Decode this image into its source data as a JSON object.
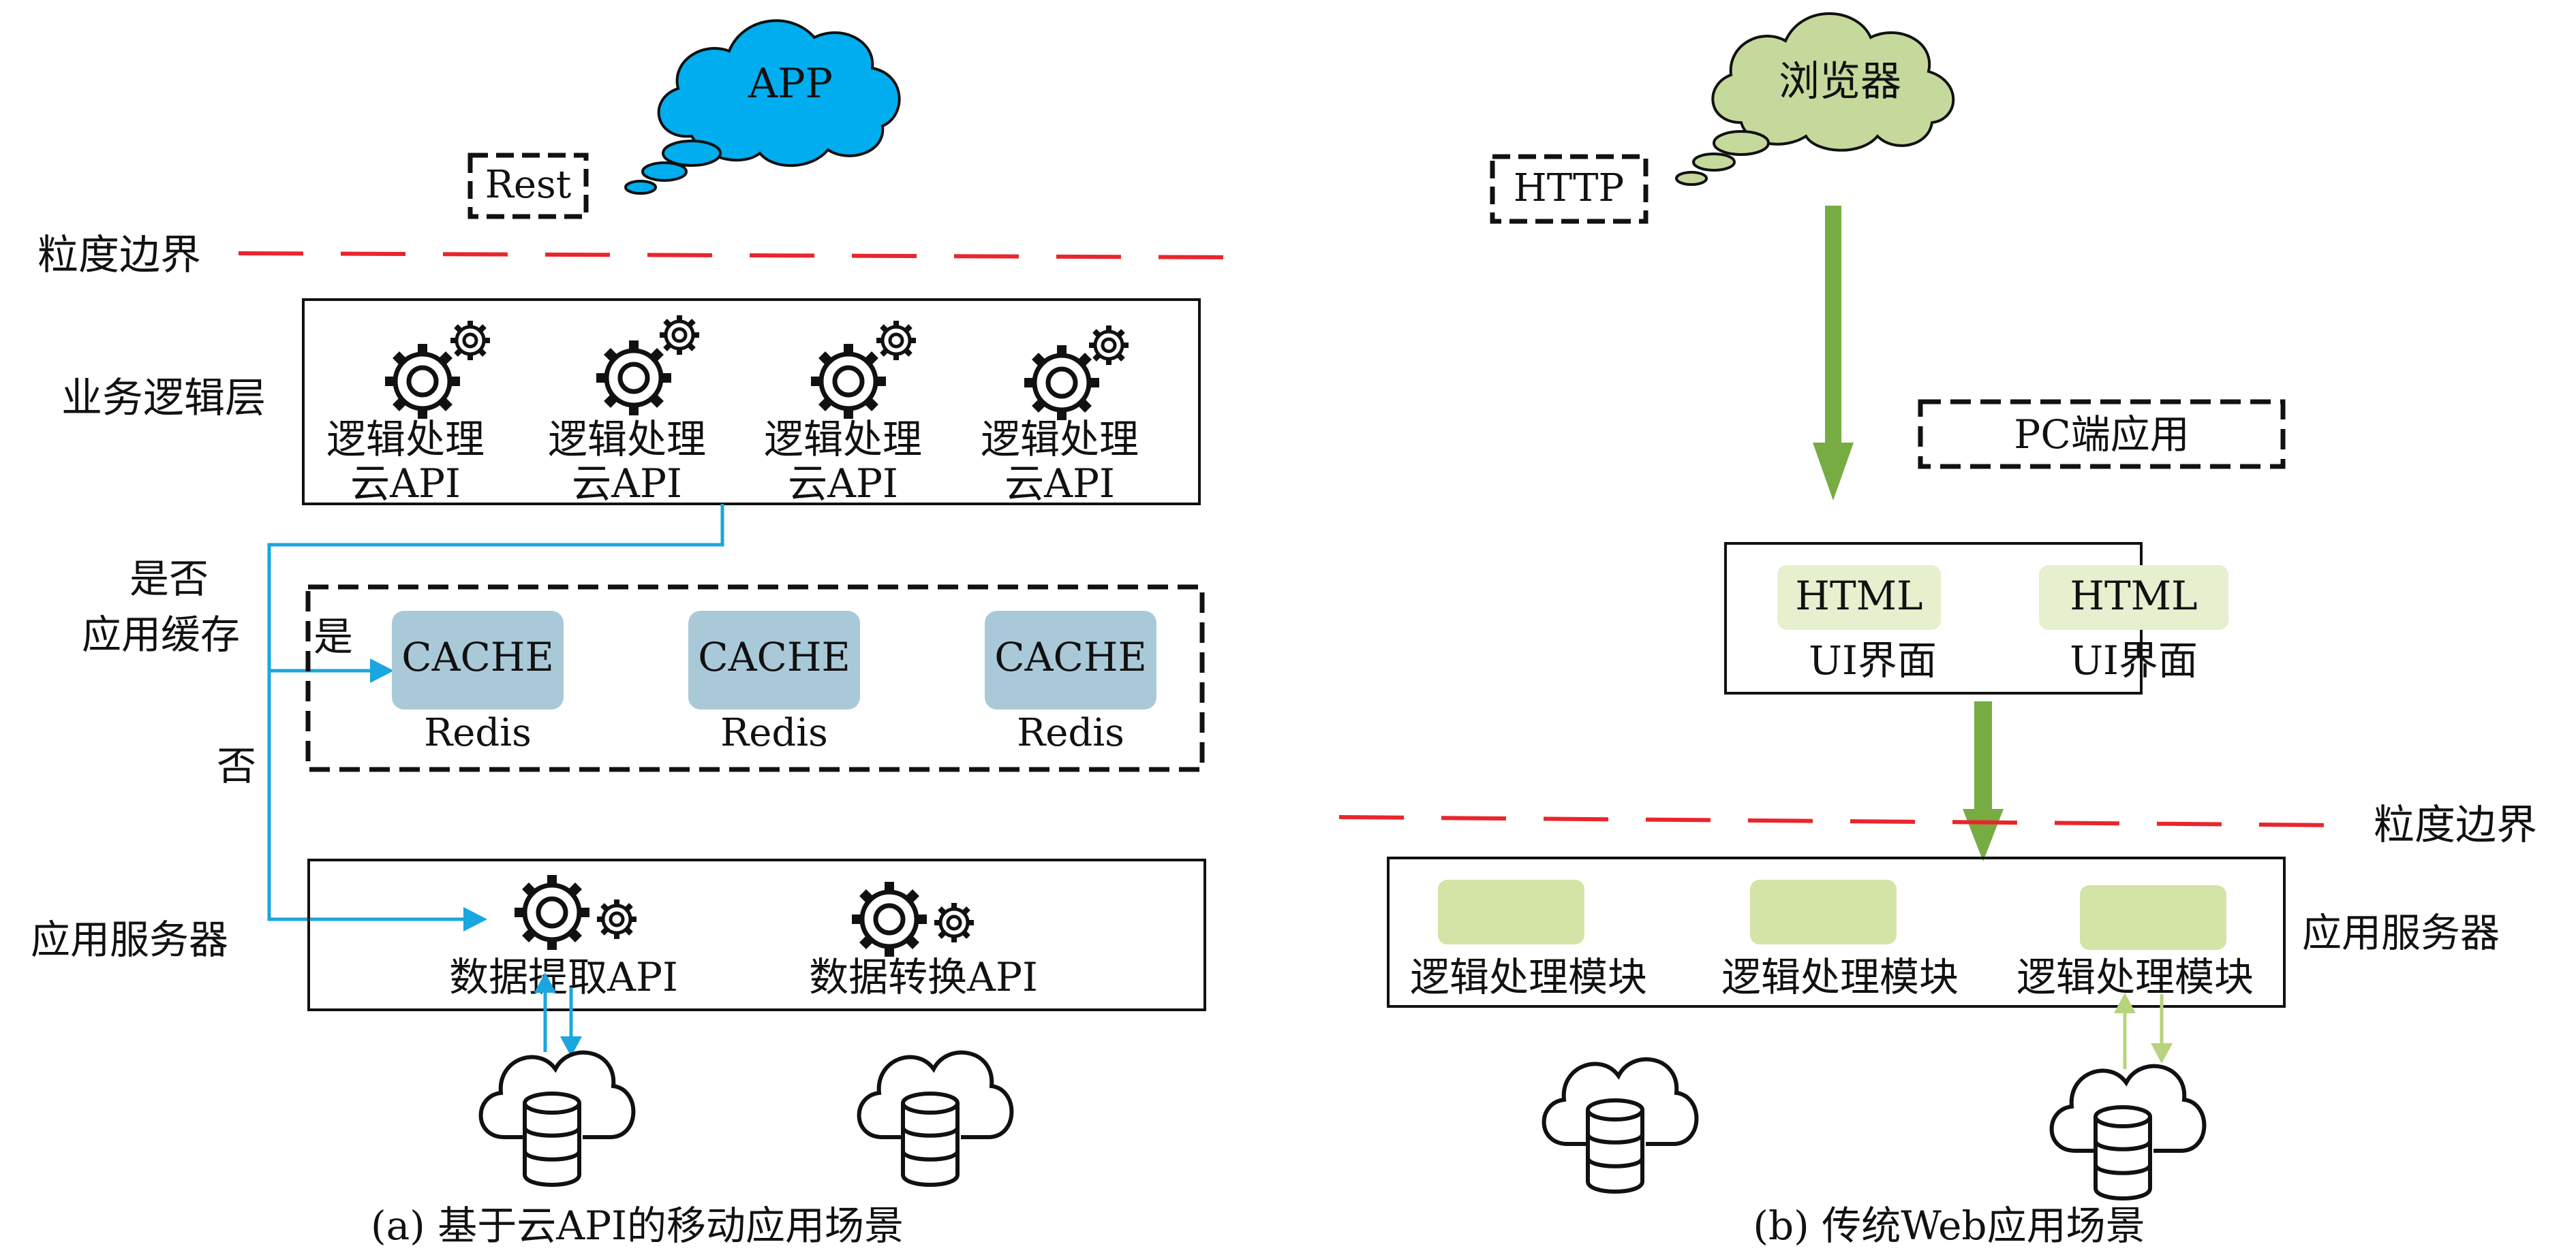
{
  "colors": {
    "cloud_blue": "#00aeef",
    "cloud_green": "#c6d99c",
    "boundary_red": "#e8262c",
    "arrow_blue": "#1aa6df",
    "arrow_green": "#77ac43",
    "cache_box": "#a9c9d8",
    "html_box": "#e6efce",
    "module_box": "#d4e3a6",
    "light_green_arrow": "#b8d37d"
  },
  "left": {
    "caption": "(a) 基于云API的移动应用场景",
    "app_cloud": "APP",
    "protocol": "Rest",
    "boundary_label": "粒度边界",
    "business_layer_label": "业务逻辑层",
    "logic_units": [
      {
        "line1": "逻辑处理",
        "line2": "云API"
      },
      {
        "line1": "逻辑处理",
        "line2": "云API"
      },
      {
        "line1": "逻辑处理",
        "line2": "云API"
      },
      {
        "line1": "逻辑处理",
        "line2": "云API"
      }
    ],
    "cache_question_line1": "是否",
    "cache_question_line2": "应用缓存",
    "yes_label": "是",
    "no_label": "否",
    "caches": [
      {
        "box": "CACHE",
        "sub": "Redis"
      },
      {
        "box": "CACHE",
        "sub": "Redis"
      },
      {
        "box": "CACHE",
        "sub": "Redis"
      }
    ],
    "app_server_label": "应用服务器",
    "server_apis": [
      "数据提取API",
      "数据转换API"
    ]
  },
  "right": {
    "caption": "(b) 传统Web应用场景",
    "browser_cloud": "浏览器",
    "protocol": "HTTP",
    "pc_app_label": "PC端应用",
    "ui_units": [
      {
        "box": "HTML",
        "sub": "UI界面"
      },
      {
        "box": "HTML",
        "sub": "UI界面"
      }
    ],
    "boundary_label": "粒度边界",
    "app_server_label": "应用服务器",
    "modules": [
      "逻辑处理模块",
      "逻辑处理模块",
      "逻辑处理模块"
    ]
  }
}
